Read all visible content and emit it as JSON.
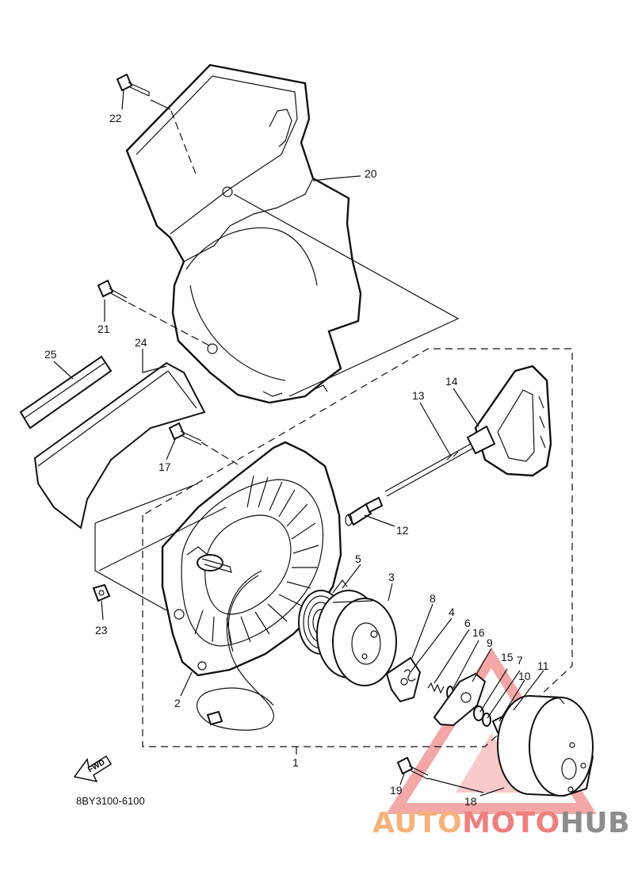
{
  "diagram": {
    "reference_code": "8BY3100-6100",
    "fwd_label": "FWD",
    "watermark": {
      "part1": "AUTO",
      "part2": "MOTO",
      "part3": "HUB"
    },
    "accent_colors": {
      "watermark_orange": "#f5b27a",
      "watermark_red": "#ee7f7f",
      "watermark_gray": "#8d8d8d",
      "triangle": "#f08a8a"
    },
    "callouts": [
      {
        "id": "c22",
        "label": "22"
      },
      {
        "id": "c20",
        "label": "20"
      },
      {
        "id": "c21",
        "label": "21"
      },
      {
        "id": "c25",
        "label": "25"
      },
      {
        "id": "c24",
        "label": "24"
      },
      {
        "id": "c14",
        "label": "14"
      },
      {
        "id": "c13",
        "label": "13"
      },
      {
        "id": "c17",
        "label": "17"
      },
      {
        "id": "c12",
        "label": "12"
      },
      {
        "id": "c5",
        "label": "5"
      },
      {
        "id": "c3",
        "label": "3"
      },
      {
        "id": "c8",
        "label": "8"
      },
      {
        "id": "c4",
        "label": "4"
      },
      {
        "id": "c6",
        "label": "6"
      },
      {
        "id": "c16",
        "label": "16"
      },
      {
        "id": "c9",
        "label": "9"
      },
      {
        "id": "c15",
        "label": "15"
      },
      {
        "id": "c7",
        "label": "7"
      },
      {
        "id": "c10",
        "label": "10"
      },
      {
        "id": "c11",
        "label": "11"
      },
      {
        "id": "c23",
        "label": "23"
      },
      {
        "id": "c2",
        "label": "2"
      },
      {
        "id": "c1",
        "label": "1"
      },
      {
        "id": "c19",
        "label": "19"
      },
      {
        "id": "c18",
        "label": "18"
      }
    ]
  }
}
